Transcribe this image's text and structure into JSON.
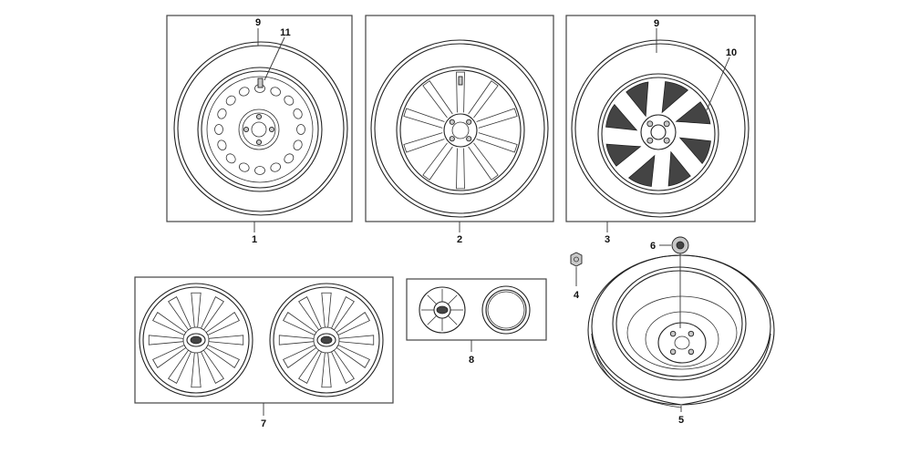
{
  "callouts": {
    "part_1": "1",
    "part_2": "2",
    "part_3": "3",
    "part_4": "4",
    "part_5": "5",
    "part_6": "6",
    "part_7": "7",
    "part_8": "8",
    "part_9a": "9",
    "part_9b": "9",
    "part_10": "10",
    "part_11": "11"
  }
}
